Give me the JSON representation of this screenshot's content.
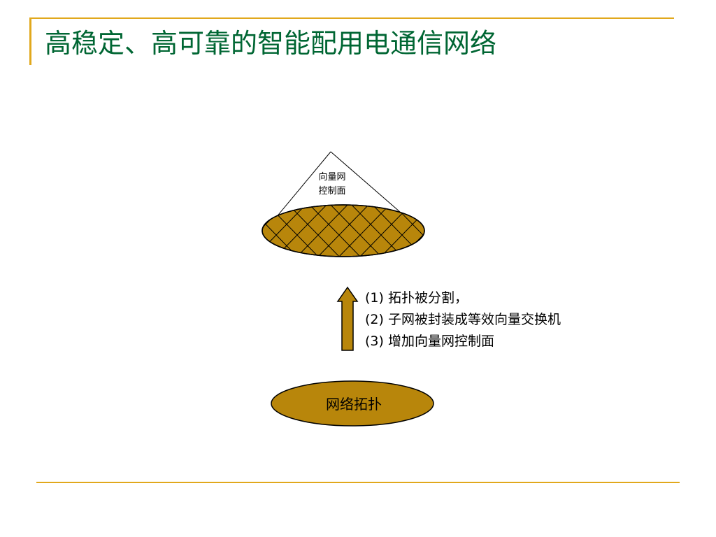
{
  "slide": {
    "title": "高稳定、高可靠的智能配用电通信网络"
  },
  "colors": {
    "accent_rule": "#e1a81c",
    "title_text": "#006633",
    "gold_fill": "#b8860b",
    "stroke": "#000000"
  },
  "diagram": {
    "cone_label_line1": "向量网",
    "cone_label_line2": "控制面",
    "base_label": "网络拓扑",
    "steps": [
      "(1) 拓扑被分割，",
      "(2) 子网被封装成等效向量交换机",
      "(3) 增加向量网控制面"
    ]
  }
}
